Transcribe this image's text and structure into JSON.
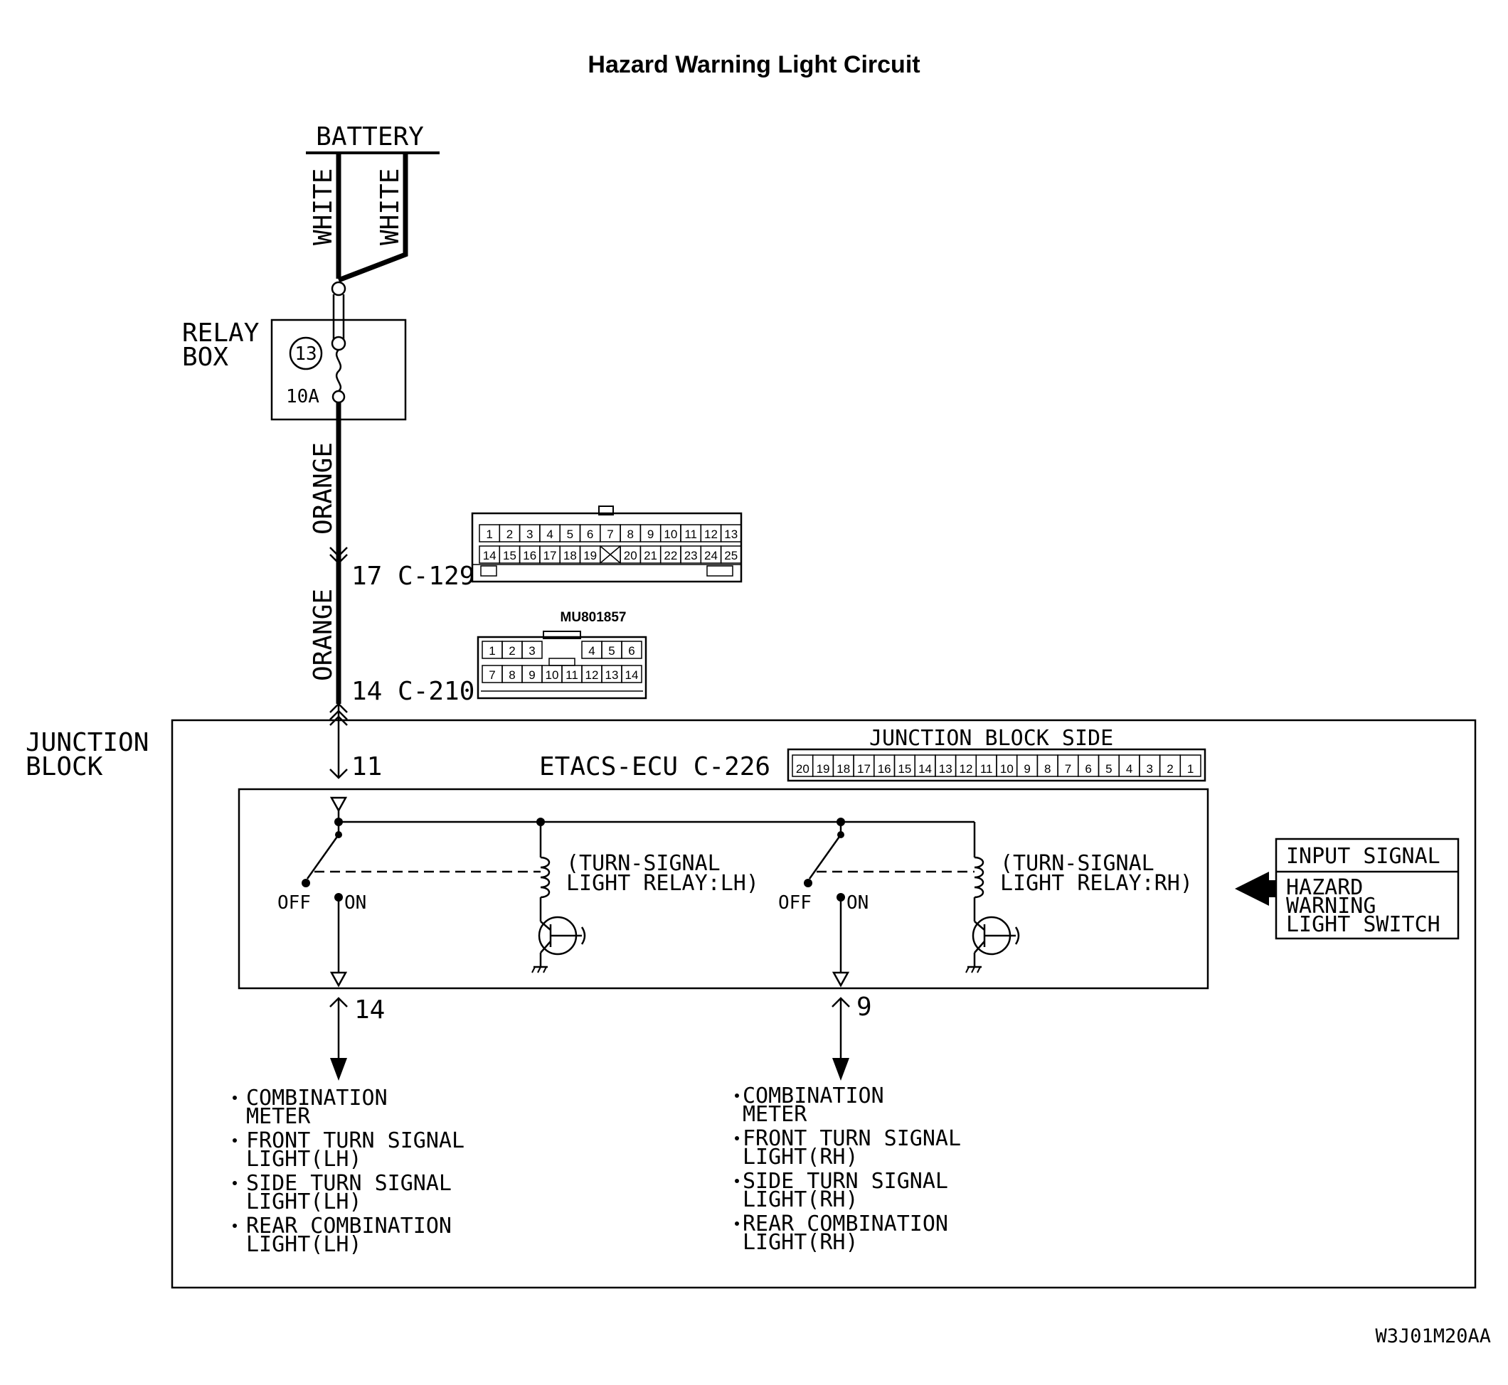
{
  "title": "Hazard Warning Light Circuit",
  "battery": "BATTERY",
  "wires": {
    "white_left": "WHITE",
    "white_right": "WHITE",
    "orange_upper": "ORANGE",
    "orange_lower": "ORANGE"
  },
  "relay_box": {
    "label_line1": "RELAY",
    "label_line2": "BOX",
    "fuse_number": "13",
    "fuse_rating": "10A"
  },
  "connectors": {
    "c129": {
      "label": "17  C-129",
      "row1": [
        "1",
        "2",
        "3",
        "4",
        "5",
        "6",
        "7",
        "8",
        "9",
        "10",
        "11",
        "12",
        "13"
      ],
      "row2": [
        "14",
        "15",
        "16",
        "17",
        "18",
        "19",
        "",
        "20",
        "21",
        "22",
        "23",
        "24",
        "25"
      ]
    },
    "c210": {
      "label": "14  C-210",
      "part_number": "MU801857",
      "row1": [
        "1",
        "2",
        "3",
        "",
        "",
        "4",
        "5",
        "6"
      ],
      "row2": [
        "7",
        "8",
        "9",
        "10",
        "11",
        "12",
        "13",
        "14"
      ]
    },
    "c226": {
      "side_label": "JUNCTION BLOCK SIDE",
      "label": "ETACS-ECU  C-226",
      "pins": [
        "20",
        "19",
        "18",
        "17",
        "16",
        "15",
        "14",
        "13",
        "12",
        "11",
        "10",
        "9",
        "8",
        "7",
        "6",
        "5",
        "4",
        "3",
        "2",
        "1"
      ]
    }
  },
  "junction_block": {
    "label_line1": "JUNCTION",
    "label_line2": "BLOCK",
    "pin_in": "11",
    "pin_out_left": "14",
    "pin_out_right": "9"
  },
  "ecu": {
    "left_switch": {
      "off": "OFF",
      "on": "ON"
    },
    "right_switch": {
      "off": "OFF",
      "on": "ON"
    },
    "relay_lh": {
      "line1": "(TURN-SIGNAL",
      "line2": "LIGHT RELAY:LH)"
    },
    "relay_rh": {
      "line1": "(TURN-SIGNAL",
      "line2": "LIGHT RELAY:RH)"
    }
  },
  "input_signal": {
    "header": "INPUT SIGNAL",
    "line1": "HAZARD",
    "line2": "WARNING",
    "line3": "LIGHT SWITCH"
  },
  "outputs_lh": [
    "COMBINATION",
    "METER",
    "FRONT TURN SIGNAL",
    "LIGHT(LH)",
    "SIDE TURN SIGNAL",
    "LIGHT(LH)",
    "REAR COMBINATION",
    "LIGHT(LH)"
  ],
  "outputs_rh": [
    "COMBINATION",
    "METER",
    "FRONT TURN SIGNAL",
    "LIGHT(RH)",
    "SIDE TURN SIGNAL",
    "LIGHT(RH)",
    "REAR COMBINATION",
    "LIGHT(RH)"
  ],
  "figure_code": "W3J01M20AA"
}
